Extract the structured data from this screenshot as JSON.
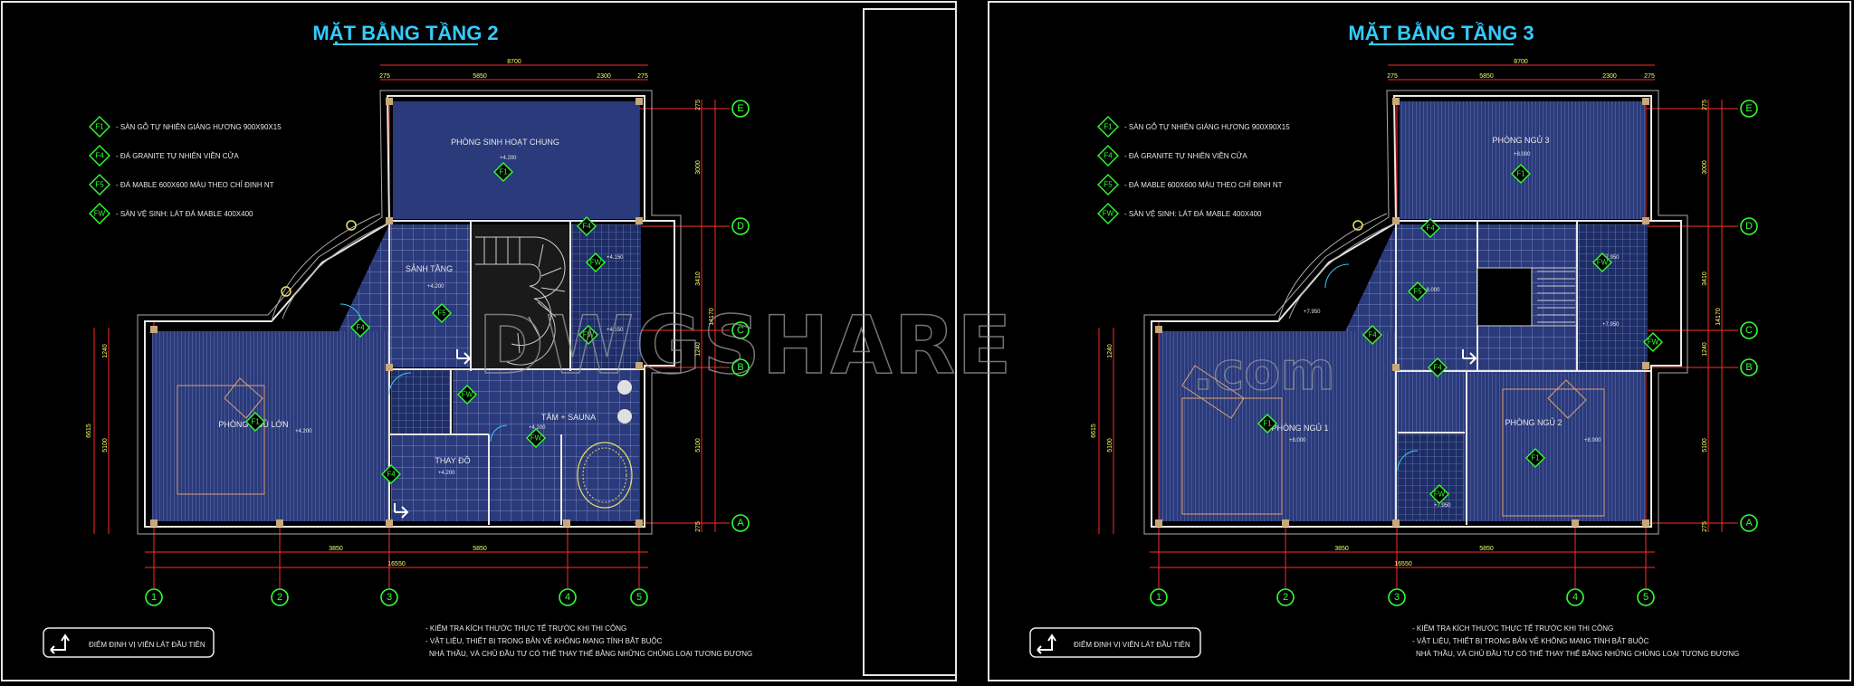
{
  "sheets": [
    {
      "title": "MẶT BẰNG TẦNG 2",
      "legend": [
        {
          "code": "F1",
          "text": "- SÀN GỖ TỰ NHIÊN GIÁNG HƯƠNG 900X90X15"
        },
        {
          "code": "F4",
          "text": "- ĐÁ GRANITE TỰ NHIÊN VIỀN CỬA"
        },
        {
          "code": "F5",
          "text": "- ĐÁ MABLE 600X600 MÀU THEO CHỈ ĐỊNH NT"
        },
        {
          "code": "FW",
          "text": "- SÀN VỆ SINH: LÁT ĐÁ MABLE 400X400"
        }
      ],
      "rooms": [
        "PHÒNG SINH HOẠT CHUNG",
        "SẢNH TẦNG",
        "PHÒNG NGỦ LỚN",
        "THAY ĐỒ",
        "TẮM + SAUNA"
      ],
      "levels": [
        "+4.200",
        "+4.200",
        "+4.200",
        "+4.200",
        "+4.150",
        "+4.150",
        "+4.200"
      ],
      "dims_top": {
        "total": "8700",
        "parts": [
          "275",
          "5850",
          "2300",
          "275"
        ]
      },
      "dims_bottom": {
        "parts": [
          "3850",
          "5850"
        ],
        "total": "16550"
      },
      "dims_left": [
        "1240",
        "5100",
        "6615"
      ],
      "dims_right": [
        "275",
        "3000",
        "3410",
        "1240",
        "5100",
        "14170",
        "275"
      ],
      "axes_v": [
        "1",
        "2",
        "3",
        "4",
        "5"
      ],
      "axes_h": [
        "E",
        "D",
        "C",
        "B",
        "A"
      ],
      "start_note": "ĐIỂM ĐỊNH VỊ VIÊN LÁT ĐẦU TIÊN",
      "notes": [
        "- KIỂM TRA KÍCH THƯỚC THỰC TẾ TRƯỚC KHI THI CÔNG",
        "- VẬT LIỆU, THIẾT BỊ TRONG BẢN VẼ KHÔNG MANG TÍNH BẮT BUỘC",
        "NHÀ THẦU, VÀ CHỦ ĐẦU TƯ CÓ THỂ THAY THẾ BẰNG NHỮNG CHỦNG LOẠI TƯƠNG ĐƯƠNG"
      ]
    },
    {
      "title": "MẶT BẰNG TẦNG 3",
      "legend": [
        {
          "code": "F1",
          "text": "- SÀN GỖ TỰ NHIÊN GIÁNG HƯƠNG 900X90X15"
        },
        {
          "code": "F4",
          "text": "- ĐÁ GRANITE TỰ NHIÊN VIỀN CỬA"
        },
        {
          "code": "F5",
          "text": "- ĐÁ MABLE 600X600 MÀU THEO CHỈ ĐỊNH NT"
        },
        {
          "code": "FW",
          "text": "- SÀN VỆ SINH: LÁT ĐÁ MABLE 400X400"
        }
      ],
      "rooms": [
        "PHÒNG NGỦ 3",
        "PHÒNG NGỦ 1",
        "PHÒNG NGỦ 2"
      ],
      "levels": [
        "+8.000",
        "+8.000",
        "+8.000",
        "+8.000",
        "+7.950",
        "+7.950",
        "+7.950",
        "+7.950"
      ],
      "dims_top": {
        "total": "8700",
        "parts": [
          "275",
          "5850",
          "2300",
          "275"
        ]
      },
      "dims_bottom": {
        "parts": [
          "3850",
          "5850"
        ],
        "total": "16550"
      },
      "dims_left": [
        "1240",
        "5100",
        "6615"
      ],
      "dims_right": [
        "275",
        "3000",
        "3410",
        "1240",
        "5100",
        "14170",
        "275"
      ],
      "axes_v": [
        "1",
        "2",
        "3",
        "4",
        "5"
      ],
      "axes_h": [
        "E",
        "D",
        "C",
        "B",
        "A"
      ],
      "start_note": "ĐIỂM ĐỊNH VỊ VIÊN LÁT ĐẦU TIÊN",
      "notes": [
        "- KIỂM TRA KÍCH THƯỚC THỰC TẾ TRƯỚC KHI THI CÔNG",
        "- VẬT LIỆU, THIẾT BỊ TRONG BẢN VẼ KHÔNG MANG TÍNH BẮT BUỘC",
        "NHÀ THẦU, VÀ CHỦ ĐẦU TƯ CÓ THỂ THAY THẾ BẰNG NHỮNG CHỦNG LOẠI TƯƠNG ĐƯƠNG"
      ]
    }
  ],
  "watermark": {
    "main": "DWGSHARE",
    "suffix": ".com"
  },
  "colors": {
    "background": "#000000",
    "title": "#33ccff",
    "axis": "#33ff33",
    "dimension_line": "#ff2a2a",
    "dimension_text": "#ffff66",
    "floor_fill": "#2a3a7a",
    "wall": "#e8e8e8"
  }
}
